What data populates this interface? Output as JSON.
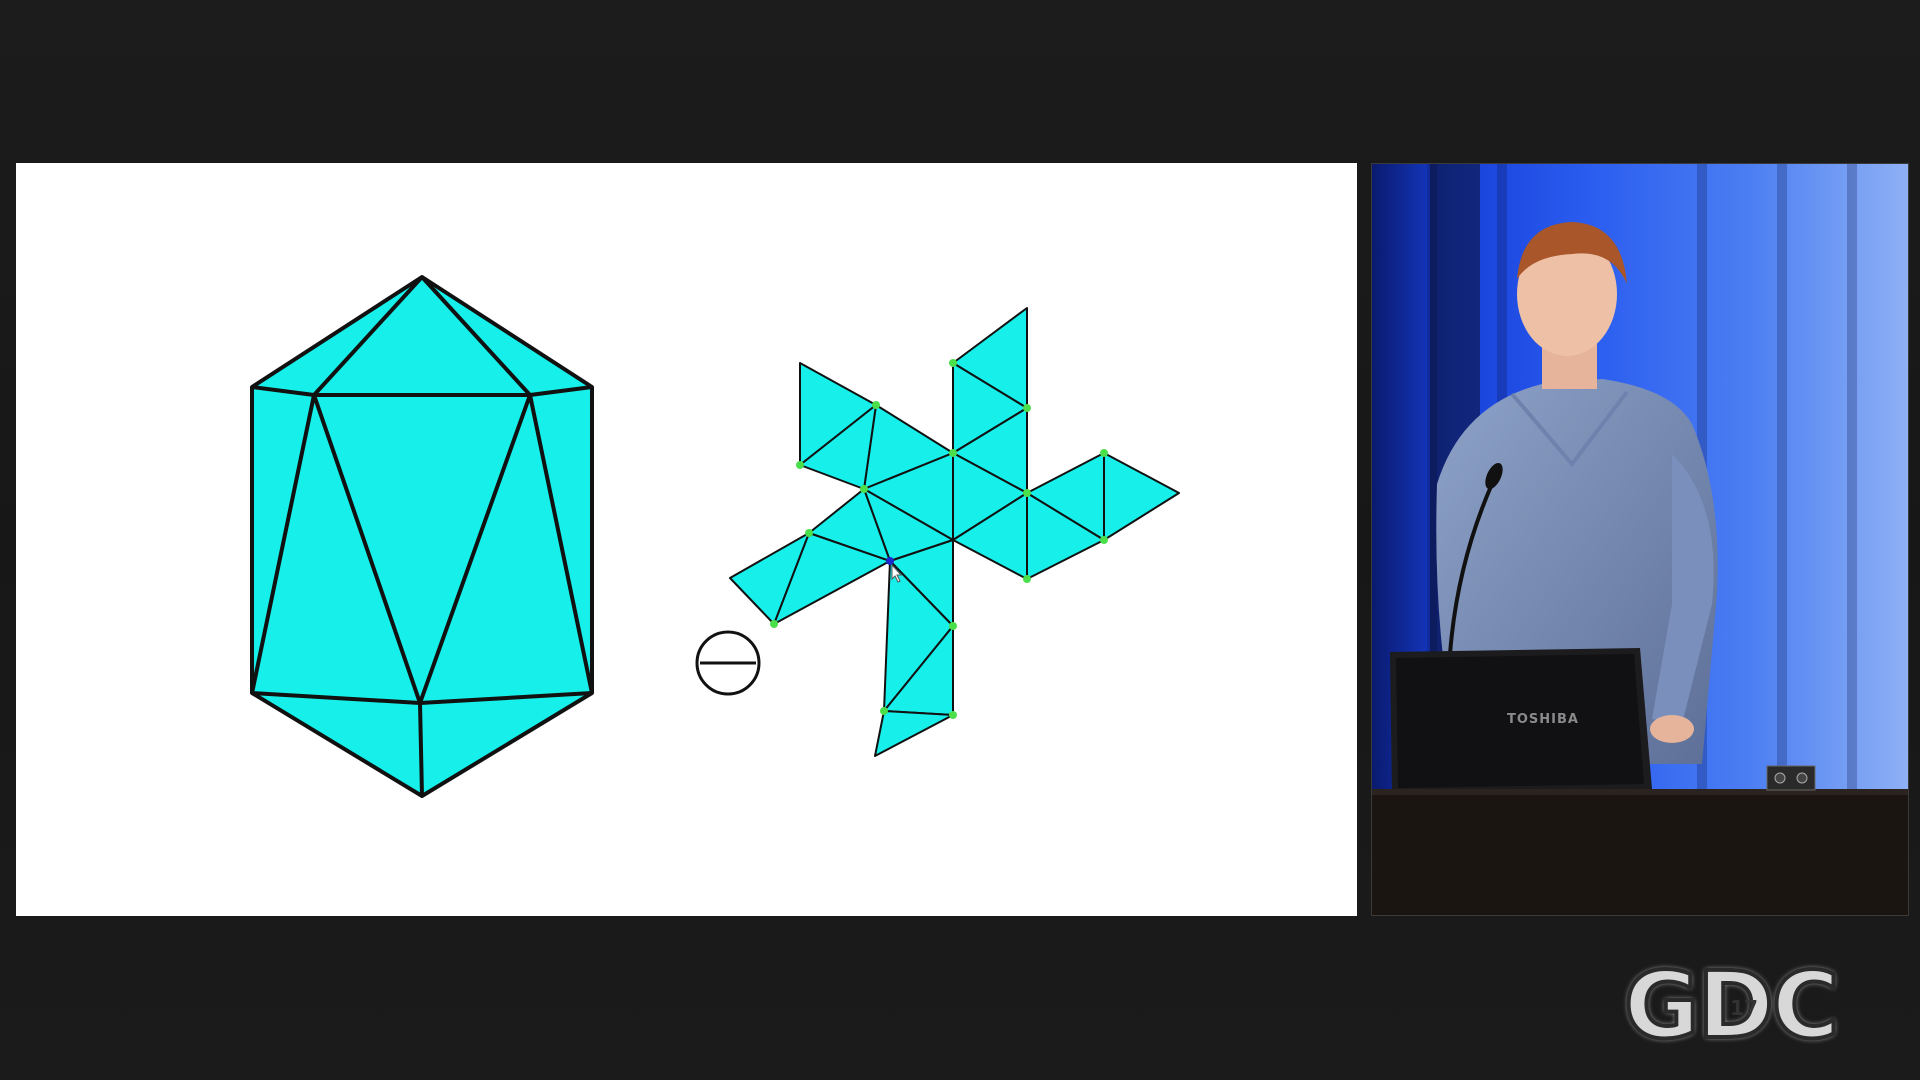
{
  "logo": {
    "text": "GDC",
    "year": "17"
  },
  "speaker": {
    "laptop_brand": "TOSHIBA"
  },
  "slide": {
    "icon": "minus-circle-icon",
    "colors": {
      "face": "#17f0ea",
      "edge": "#111111",
      "vertex_dot": "#4be04b",
      "selected_dot": "#1a2acc"
    }
  }
}
